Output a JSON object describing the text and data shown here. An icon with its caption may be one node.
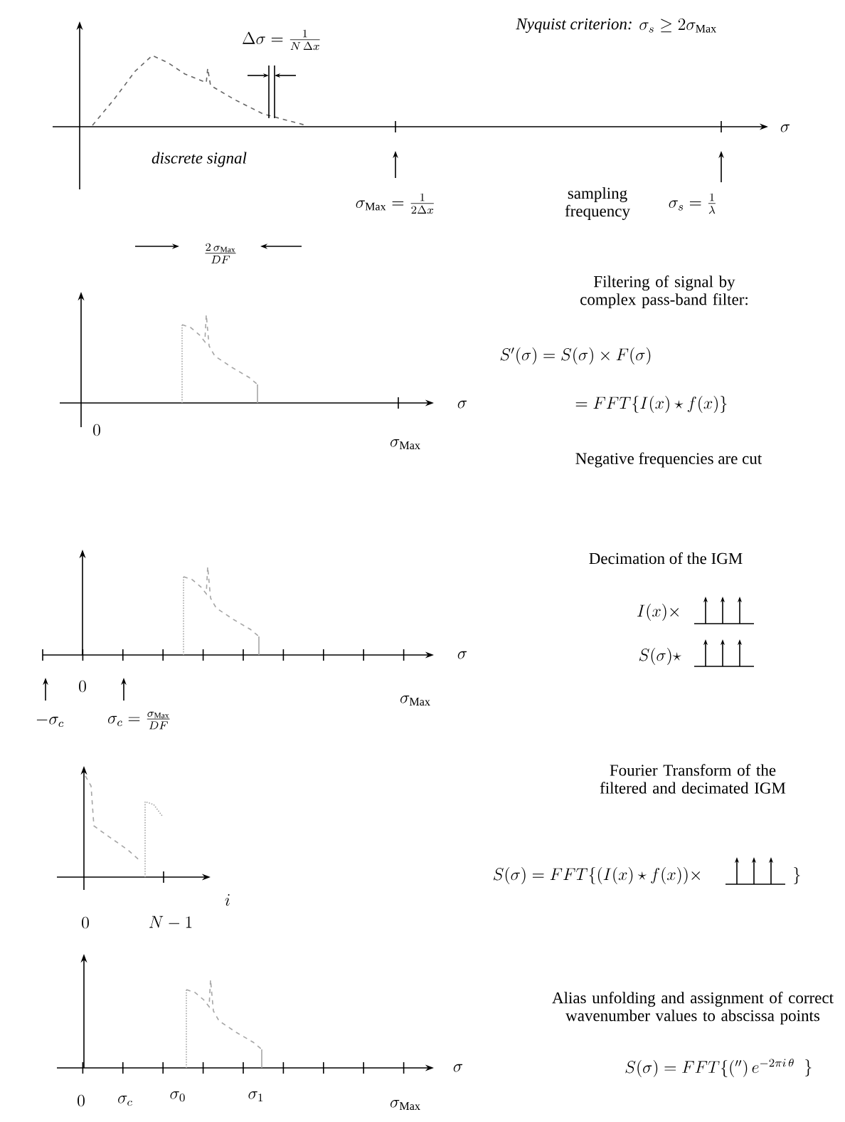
{
  "diagram": {
    "labels": [
      "Nyquist criterion:",
      "\\sigma_s \\geq 2\\sigma_{\\mathrm{Max}}",
      "\\Delta\\sigma = \\frac{1}{N\\,\\Delta x}",
      "\\sigma",
      "discrete signal",
      "\\sigma_{\\mathrm{Max}} = \\frac{1}{2\\Delta x}",
      "sampling frequency",
      "\\sigma_s = \\frac{1}{\\lambda}",
      "\\frac{2\\,\\sigma_{\\mathrm{Max}}}{DF}",
      "Filtering of signal by complex pass-band filter:",
      "S'(\\sigma) = S(\\sigma) \\times F(\\sigma)",
      "= FFT\\{I(x) \\star f(x)\\}",
      "\\sigma",
      "0",
      "\\sigma_{\\mathrm{Max}}",
      "Negative frequencies are cut",
      "Decimation of the IGM",
      "I(x) \\times",
      "S(\\sigma) \\star",
      "\\sigma",
      "0",
      "-\\sigma_c",
      "\\sigma_c = \\frac{\\sigma_{\\mathrm{Max}}}{DF}",
      "\\sigma_{\\mathrm{Max}}",
      "Fourier Transform of the filtered and decimated IGM",
      "S(\\sigma) = FFT\\{(I(x) \\star f(x)) \\times",
      "\\}",
      "i",
      "0",
      "N-1",
      "Alias unfolding and assignment of correct wavenumber values to abscissa points",
      "\\sigma",
      "S(\\sigma) = FFT\\{('')\\, e^{-2\\pi i\\,\\theta}",
      "\\}",
      "0",
      "\\sigma_c",
      "\\sigma_0",
      "\\sigma_1",
      "\\sigma_{\\mathrm{Max}}"
    ]
  }
}
